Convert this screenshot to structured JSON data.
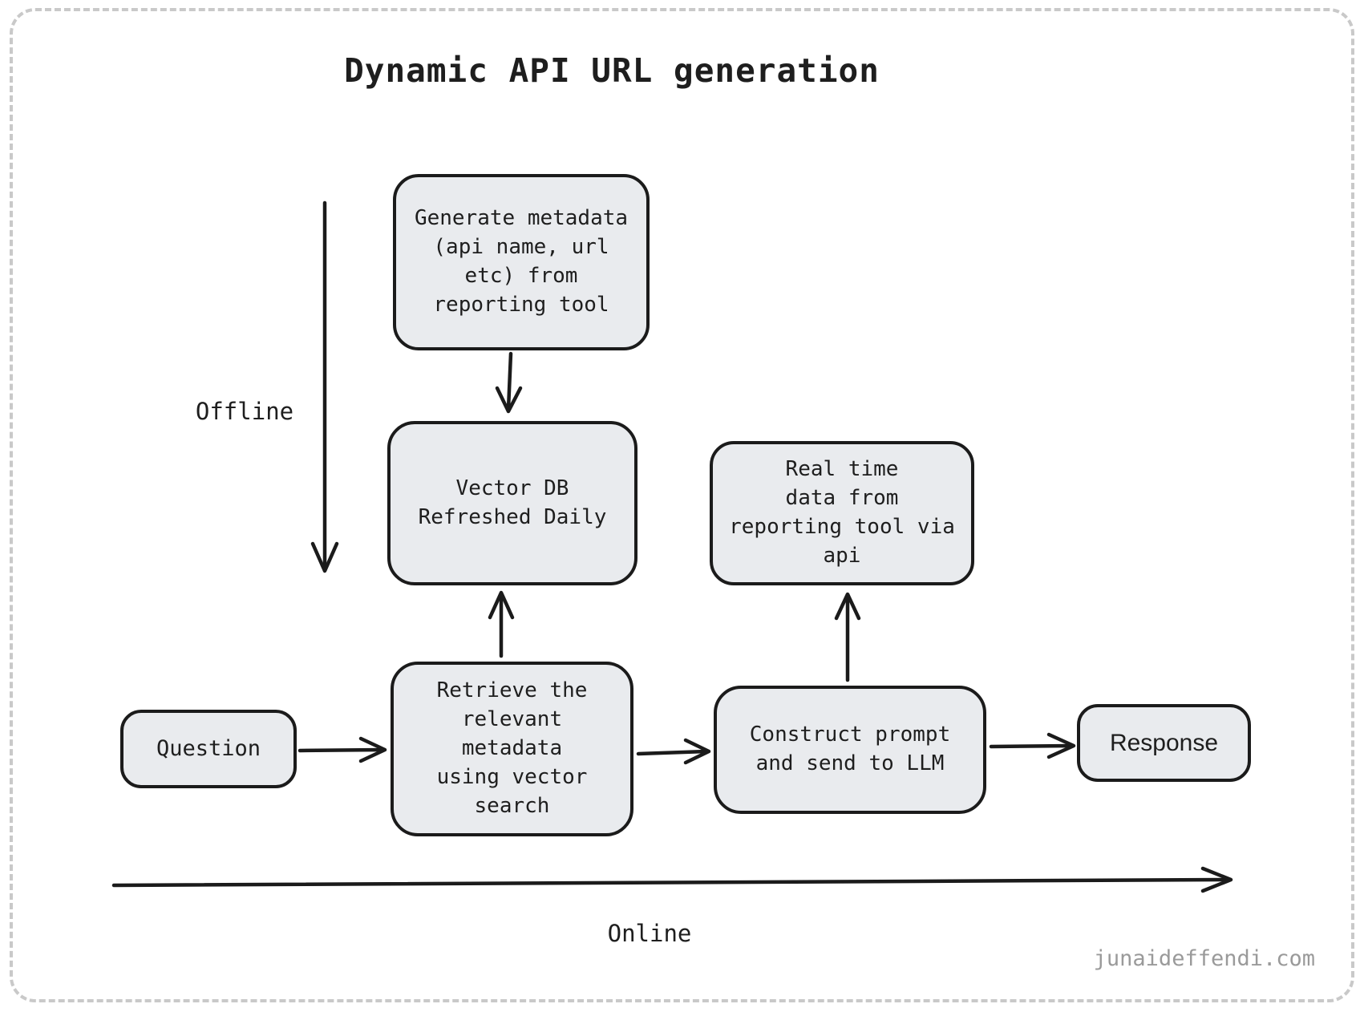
{
  "page": {
    "title": "Dynamic API URL generation",
    "watermark": "junaideffendi.com"
  },
  "colors": {
    "node_fill": "#e9ebee",
    "node_border": "#1b1b1b",
    "text": "#1e1e1e",
    "arrow": "#1b1b1b",
    "page_border": "#c9c9c9",
    "watermark": "#9a9a9a"
  },
  "labels": {
    "offline": "Offline",
    "online": "Online"
  },
  "nodes": {
    "generate_metadata": {
      "text": "Generate metadata\n(api name, url\netc) from\nreporting tool"
    },
    "vector_db": {
      "text": "Vector DB\nRefreshed Daily"
    },
    "realtime_data": {
      "text": "Real time\ndata from\nreporting tool via\napi"
    },
    "question": {
      "text": "Question"
    },
    "retrieve_metadata": {
      "text": "Retrieve the\nrelevant\nmetadata\nusing vector\nsearch"
    },
    "construct_prompt": {
      "text": "Construct prompt\nand send to LLM"
    },
    "response": {
      "text": "Response"
    }
  },
  "edges": [
    {
      "from": "generate_metadata",
      "to": "vector_db"
    },
    {
      "from": "question",
      "to": "retrieve_metadata"
    },
    {
      "from": "retrieve_metadata",
      "to": "vector_db"
    },
    {
      "from": "retrieve_metadata",
      "to": "construct_prompt"
    },
    {
      "from": "construct_prompt",
      "to": "realtime_data"
    },
    {
      "from": "construct_prompt",
      "to": "response"
    }
  ]
}
